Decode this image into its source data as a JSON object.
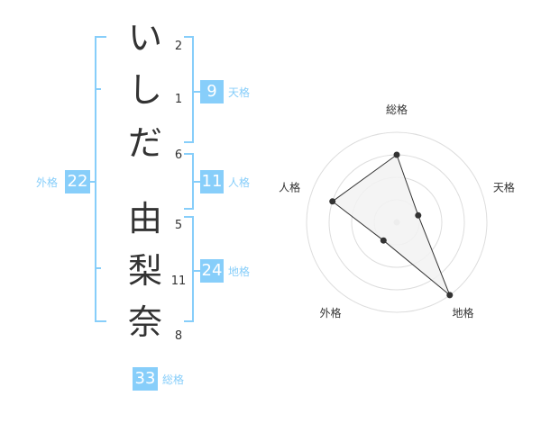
{
  "name_chars": [
    {
      "char": "い",
      "strokes": "2"
    },
    {
      "char": "し",
      "strokes": "1"
    },
    {
      "char": "だ",
      "strokes": "6"
    },
    {
      "char": "由",
      "strokes": "5"
    },
    {
      "char": "梨",
      "strokes": "11"
    },
    {
      "char": "奈",
      "strokes": "8"
    }
  ],
  "fortune": {
    "tenkaku": {
      "label": "天格",
      "value": "9"
    },
    "jinkaku": {
      "label": "人格",
      "value": "11"
    },
    "chikaku": {
      "label": "地格",
      "value": "24"
    },
    "gaikaku": {
      "label": "外格",
      "value": "22"
    },
    "soukaku": {
      "label": "総格",
      "value": "33"
    }
  },
  "colors": {
    "accent": "#87cefa",
    "text": "#333333",
    "radar_fill": "#f2f2f2",
    "ring": "#dddddd"
  },
  "chart_data": {
    "type": "radar",
    "axes": [
      "総格",
      "天格",
      "地格",
      "外格",
      "人格"
    ],
    "rings": 4,
    "max": 4,
    "values": [
      3,
      1,
      4,
      1,
      3
    ]
  }
}
